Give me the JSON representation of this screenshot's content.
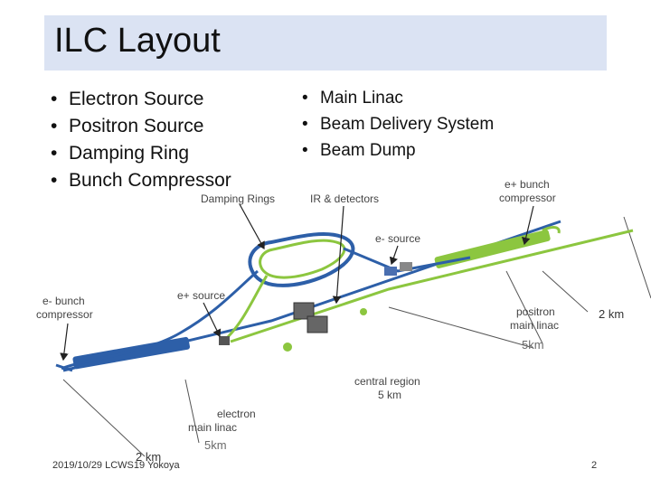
{
  "slide": {
    "title": "ILC Layout",
    "left_bullets": [
      "Electron Source",
      "Positron Source",
      "Damping Ring",
      "Bunch Compressor"
    ],
    "right_bullets": [
      "Main Linac",
      "Beam Delivery System",
      "Beam Dump"
    ],
    "footer_left": "2019/10/29 LCWS19 Yokoya",
    "page_number": "2"
  },
  "diagram": {
    "labels": {
      "damping_rings": "Damping Rings",
      "ir_detectors": "IR & detectors",
      "e_plus_bunch_compressor": [
        "e+ bunch",
        "compressor"
      ],
      "e_minus_source": "e- source",
      "e_minus_bunch_compressor": [
        "e- bunch",
        "compressor"
      ],
      "e_plus_source": "e+ source",
      "positron_main_linac": [
        "positron",
        "main linac"
      ],
      "central_region": [
        "central region",
        "5 km"
      ],
      "electron_main_linac": [
        "electron",
        "main linac"
      ]
    },
    "dimensions": {
      "positron_end_2km": "2 km",
      "electron_end_2km": "2 km",
      "positron_linac_5km": "5km",
      "electron_linac_5km": "5km"
    },
    "colors": {
      "electron_beam": "#2d5fa8",
      "positron_beam": "#8cc63f",
      "label": "#444444"
    }
  }
}
